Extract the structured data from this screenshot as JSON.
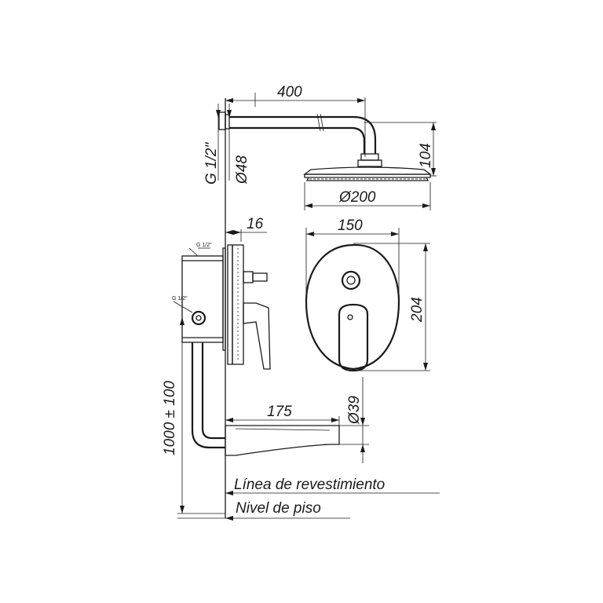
{
  "dimensions": {
    "arm_length": "400",
    "arm_drop": "104",
    "flange_diameter": "Ø48",
    "inlet_thread": "G 1/2\"",
    "head_diameter": "Ø200",
    "plate_width": "150",
    "plate_height": "204",
    "plate_offset": "16",
    "spout_length": "175",
    "spout_diameter": "Ø39",
    "mount_height": "1000 ± 100"
  },
  "valve_ports": {
    "top": "G 1/2\"",
    "bottom": "G 1/2\""
  },
  "labels": {
    "finish_line": "Línea de revestimiento",
    "floor_level": "Nivel de piso"
  }
}
